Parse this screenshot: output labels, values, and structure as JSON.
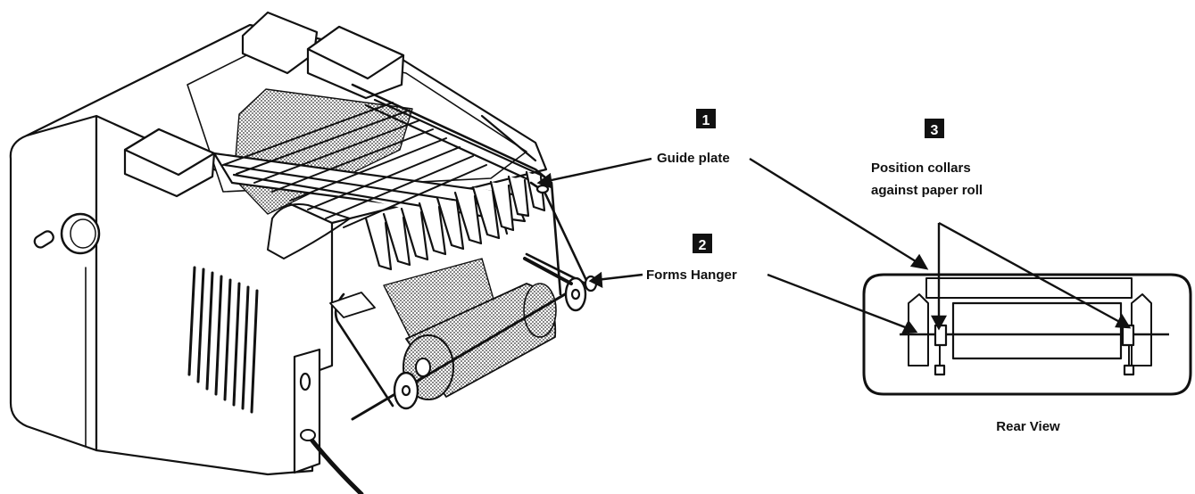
{
  "callouts": [
    {
      "number": "1",
      "label": "Guide plate"
    },
    {
      "number": "2",
      "label": "Forms Hanger"
    },
    {
      "number": "3",
      "label_line1": "Position collars",
      "label_line2": "against paper roll"
    }
  ],
  "rear_view_caption": "Rear View",
  "colors": {
    "ink": "#111111",
    "paper": "#ffffff",
    "stipple": "#7a7a7a"
  }
}
